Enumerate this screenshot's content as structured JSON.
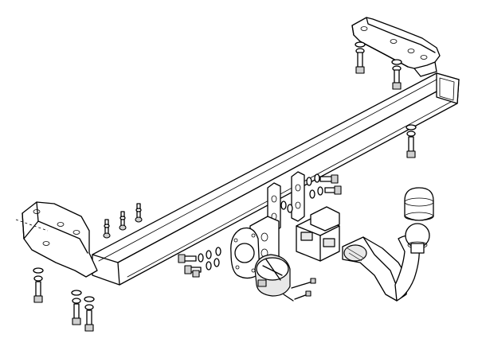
{
  "diagram": {
    "kind": "exploded-assembly",
    "colors": {
      "line": "#000000",
      "background": "#ffffff",
      "shade_light": "#e8e8e8",
      "shade_dark": "#cfcfcf"
    },
    "parts": [
      "crossbar",
      "left-bracket",
      "right-bracket",
      "center-mount-plates",
      "tow-ball",
      "ball-cap",
      "neck-arm",
      "ball-socket-block",
      "socket-plate",
      "electrical-socket",
      "bolts",
      "washers",
      "nuts",
      "rivets",
      "screws"
    ]
  }
}
